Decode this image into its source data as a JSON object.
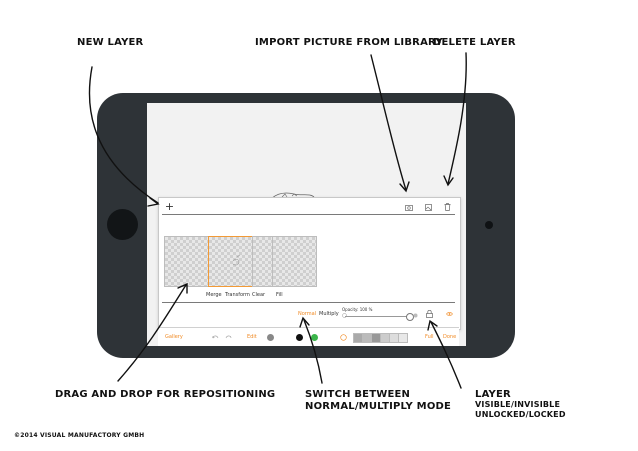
{
  "annotations": {
    "new_layer": "NEW LAYER",
    "import_picture": "IMPORT PICTURE FROM LIBRARY",
    "delete_layer": "DELETE LAYER",
    "drag_drop": "DRAG AND DROP FOR REPOSITIONING",
    "switch_mode_line1": "SWITCH BETWEEN",
    "switch_mode_line2": "NORMAL/MULTIPLY MODE",
    "layer_line1": "LAYER",
    "layer_line2": "VISIBLE/INVISIBLE",
    "layer_line3": "UNLOCKED/LOCKED",
    "copyright": "©2014 VISUAL MANUFACTORY GMBH"
  },
  "layer_panel": {
    "add_symbol": "+",
    "actions": [
      "Merge",
      "Transform",
      "Clear",
      "Fill"
    ],
    "blend_modes": [
      "Normal",
      "Multiply"
    ],
    "opacity_label": "Opacity: 100 %",
    "opacity_value": 100
  },
  "toolbar": {
    "gallery": "Gallery",
    "edit": "Edit",
    "full": "Full",
    "done": "Done"
  },
  "colors": {
    "accent": "#f08a24",
    "swatch_black": "#111111",
    "swatch_green": "#3bb54a",
    "swatch_gray": "#888888"
  }
}
